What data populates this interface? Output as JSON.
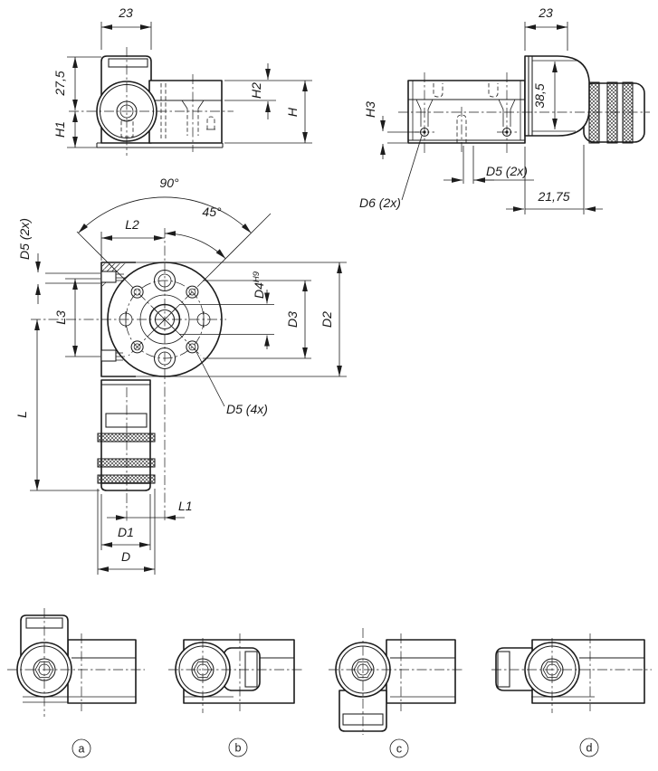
{
  "drawing": {
    "type": "technical-drawing",
    "line_color": "#1c1c1c",
    "background": "#ffffff",
    "view_side_a": {
      "dim_width": "23",
      "dim_upper_height": "27,5",
      "dim_h1": "H1",
      "dim_h2": "H2",
      "dim_h": "H"
    },
    "view_side_b": {
      "dim_width": "23",
      "dim_knob_height": "38,5",
      "dim_h3": "H3",
      "label_d6": "D6 (2x)",
      "label_d5": "D5 (2x)",
      "dim_offset": "21,75"
    },
    "view_front": {
      "angle_full": "90°",
      "angle_half": "45°",
      "dim_l2": "L2",
      "label_d5_side": "D5 (2x)",
      "dim_l3": "L3",
      "dim_l": "L",
      "dim_d4": "D4",
      "dim_d4_tol": "H9",
      "dim_d3": "D3",
      "dim_d2": "D2",
      "label_d5_front": "D5 (4x)",
      "dim_l1": "L1",
      "dim_d1": "D1",
      "dim_d": "D"
    },
    "variants": [
      {
        "label": "a"
      },
      {
        "label": "b"
      },
      {
        "label": "c"
      },
      {
        "label": "d"
      }
    ]
  }
}
